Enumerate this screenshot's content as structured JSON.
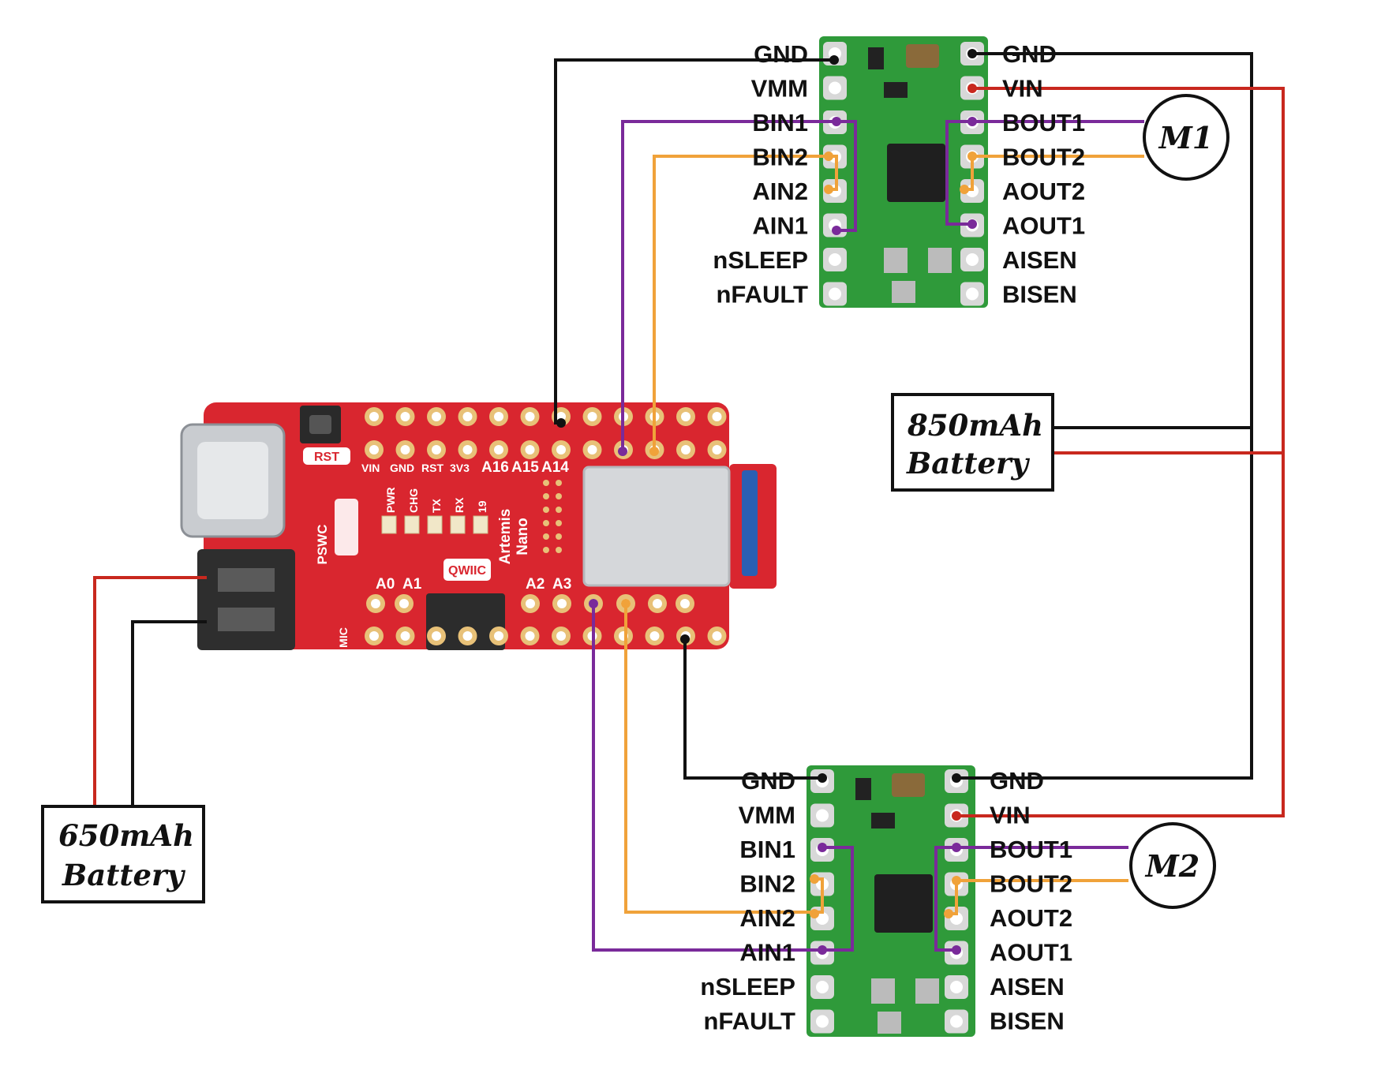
{
  "colors": {
    "black_wire": "#111111",
    "red_wire": "#c8281e",
    "purple_wire": "#7a2a9a",
    "orange_wire": "#f0a23a",
    "driver_pcb": "#2f9a3a",
    "artemis_pcb": "#d9262f"
  },
  "driver_top": {
    "left_pins": [
      "GND",
      "VMM",
      "BIN1",
      "BIN2",
      "AIN2",
      "AIN1",
      "nSLEEP",
      "nFAULT"
    ],
    "right_pins": [
      "GND",
      "VIN",
      "BOUT1",
      "BOUT2",
      "AOUT2",
      "AOUT1",
      "AISEN",
      "BISEN"
    ]
  },
  "driver_bottom": {
    "left_pins": [
      "GND",
      "VMM",
      "BIN1",
      "BIN2",
      "AIN2",
      "AIN1",
      "nSLEEP",
      "nFAULT"
    ],
    "right_pins": [
      "GND",
      "VIN",
      "BOUT1",
      "BOUT2",
      "AOUT2",
      "AOUT1",
      "AISEN",
      "BISEN"
    ]
  },
  "motors": {
    "m1": "M1",
    "m2": "M2"
  },
  "battery_850": {
    "line1": "850mAh",
    "line2": "Battery"
  },
  "battery_650": {
    "line1": "650mAh",
    "line2": "Battery"
  },
  "artemis": {
    "top_labels": [
      "VIN",
      "GND",
      "RST",
      "3V3",
      "A16",
      "A15",
      "A14"
    ],
    "bottom_labels": [
      "A0",
      "A1",
      "A2",
      "A3"
    ],
    "led_labels": [
      "PWR",
      "CHG",
      "TX",
      "RX",
      "19"
    ],
    "name_line1": "Artemis",
    "name_line2": "Nano",
    "rst_button": "RST",
    "qwiic": "QWIIC",
    "pswc": "PSWC",
    "mic": "MIC"
  }
}
